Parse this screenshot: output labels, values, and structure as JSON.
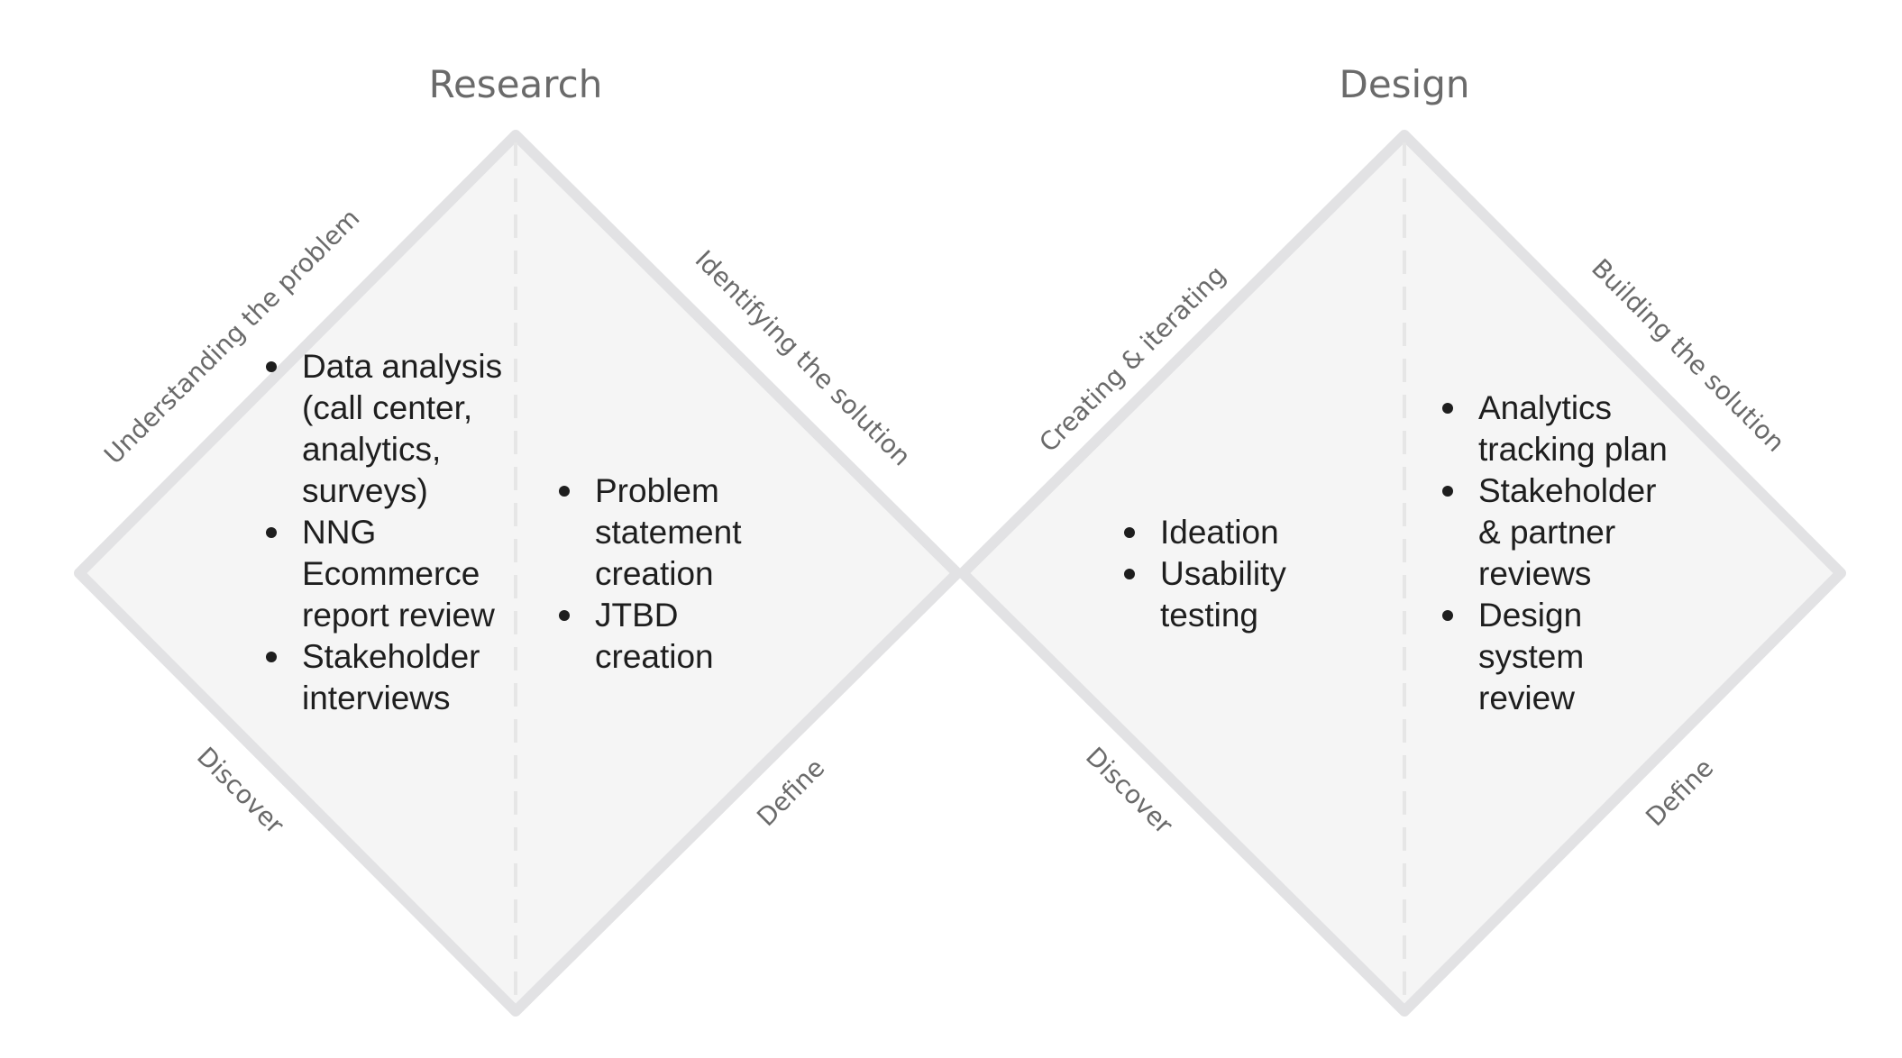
{
  "diamonds": [
    {
      "title": "Research",
      "label_top_left": "Understanding the problem",
      "label_top_right": "Identifying the solution",
      "label_bottom_left": "Discover",
      "label_bottom_right": "Define",
      "left_items": [
        "Data analysis (call center, analytics, surveys)",
        "NNG Ecommerce report review",
        "Stakeholder interviews"
      ],
      "right_items": [
        "Problem statement creation",
        "JTBD creation"
      ]
    },
    {
      "title": "Design",
      "label_top_left": "Creating & iterating",
      "label_top_right": "Building the solution",
      "label_bottom_left": "Discover",
      "label_bottom_right": "Define",
      "left_items": [
        "Ideation",
        "Usability testing"
      ],
      "right_items": [
        "Analytics tracking plan",
        "Stakeholder & partner reviews",
        "Design system review"
      ]
    }
  ],
  "colors": {
    "diamond_fill": "#f5f5f5",
    "diamond_stroke": "#e2e2e4",
    "title_text": "#6a6a6a",
    "body_text": "#1e1e1e"
  }
}
